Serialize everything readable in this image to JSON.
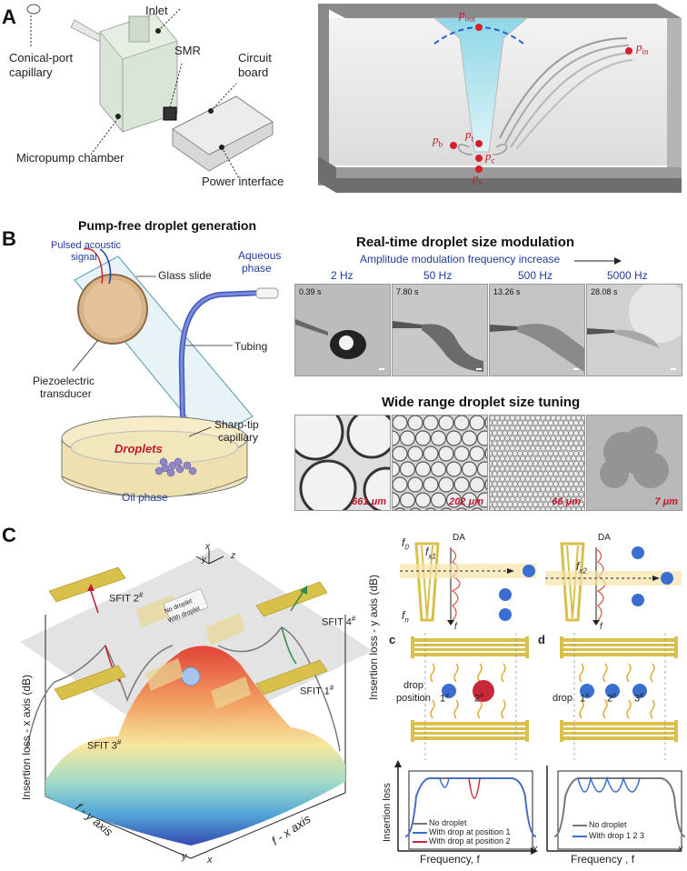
{
  "panel_a": {
    "letter": "A",
    "labels": {
      "inlet": "Inlet",
      "smr": "SMR",
      "capillary": "Conical-port capillary",
      "circuit_board": "Circuit board",
      "micropump": "Micropump chamber",
      "power": "Power interface"
    },
    "pressures": {
      "p_out": "p",
      "p_out_sub": "out",
      "p_in": "p",
      "p_in_sub": "in",
      "p_b": "p",
      "p_b_sub": "b",
      "p_t": "p",
      "p_t_sub": "t",
      "p_c": "p",
      "p_c_sub": "c",
      "p_s": "p",
      "p_s_sub": "s"
    }
  },
  "panel_b": {
    "letter": "B",
    "left_title": "Pump-free droplet generation",
    "labels": {
      "pulsed": "Pulsed acoustic",
      "signal": "signal",
      "glass": "Glass slide",
      "aqueous1": "Aqueous",
      "aqueous2": "phase",
      "tubing": "Tubing",
      "piezo1": "Piezoelectric",
      "piezo2": "transducer",
      "sharp1": "Sharp-tip",
      "sharp2": "capillary",
      "droplets": "Droplets",
      "oil": "Oil phase"
    },
    "modulation_title": "Real-time droplet size modulation",
    "modulation_sub": "Amplitude modulation frequency increase",
    "frequencies": [
      "2 Hz",
      "50 Hz",
      "500 Hz",
      "5000 Hz"
    ],
    "times": [
      "0.39 s",
      "7.80 s",
      "13.26 s",
      "28.08 s"
    ],
    "tuning_title": "Wide range droplet size tuning",
    "sizes": [
      "661 μm",
      "202 μm",
      "66 μm",
      "7 μm"
    ]
  },
  "panel_c": {
    "letter": "C",
    "left_axis": "Insertion loss - x axis (dB)",
    "right_axis": "Insertion loss - y axis (dB)",
    "fy_axis": "f - y axis",
    "fx_axis": "f - x axis",
    "coord_x": "x",
    "coord_y": "y",
    "coord_z": "z",
    "sfit2": "SFIT 2",
    "sfit4": "SFIT 4",
    "sfit1": "SFIT 1",
    "sfit3": "SFIT 3",
    "hash": "#",
    "legend_no": "No droplet",
    "legend_with": "With droplet",
    "corner_y": "y",
    "corner_x": "x",
    "f0": "f",
    "f0_sub": "0",
    "fn": "f",
    "fn_sub": "n",
    "da1": "DA",
    "da2": "DA",
    "fx1": "f",
    "fx1_sub": "x1",
    "fx2": "f",
    "fx2_sub": "x2",
    "f_axis1": "f",
    "f_axis2": "f",
    "sub_c": "c",
    "sub_d": "d",
    "drop_label1": "drop",
    "drop_label2": "position",
    "pos1": "1",
    "pos2": "2",
    "drop_d": "drop",
    "d1": "1",
    "d2": "2",
    "d3": "3",
    "insertion_loss": "Insertion loss",
    "freq_c": "Frequency, f",
    "freq_d": "Frequency , f",
    "x_c": "x",
    "x_d": "x",
    "legend_c": [
      "No droplet",
      "With drop at position 1",
      "With drop at position 2"
    ],
    "legend_d": [
      "No droplet",
      "With drop 1 2 3"
    ]
  },
  "colors": {
    "red": "#d81e2a",
    "navy": "#1f3d9a",
    "gold": "#d8c04a",
    "drop_blue": "#3a6fd1",
    "curve_gray": "#777777"
  }
}
